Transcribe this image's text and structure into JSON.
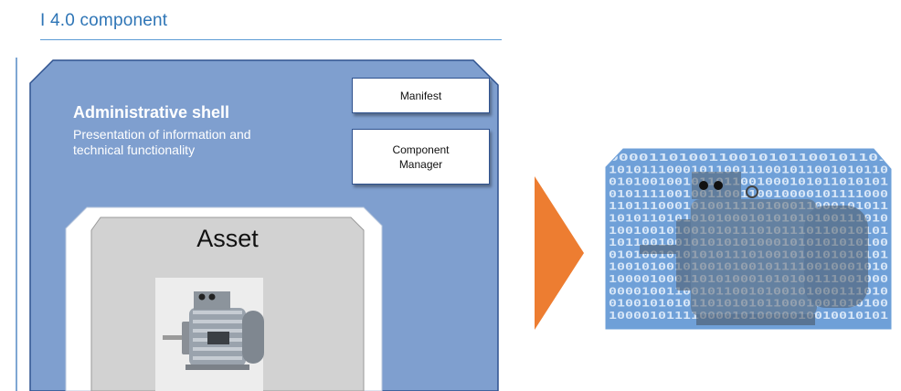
{
  "heading": {
    "title": "I 4.0 component"
  },
  "shell": {
    "title": "Administrative shell",
    "subtitle": "Presentation of information and technical functionality",
    "fill_color": "#7f9fcf"
  },
  "boxes": {
    "manifest": "Manifest",
    "component_manager": "Component Manager"
  },
  "asset": {
    "label": "Asset",
    "image": "electric-motor"
  },
  "arrow": {
    "color": "#ed7d31",
    "direction": "right"
  },
  "digital_twin": {
    "image": "electric-motor-binary-overlay",
    "binary_rows": [
      "0000110100110010101100101101",
      "1010111000101100111001011001010110",
      "0101001001011011001000101011010101",
      "0101111001001100110010000101111000",
      "1101110001010011110100011000101011",
      "1010110101010100010101010100111010",
      "1001001010010101110101110110010101",
      "1011001001010101010001010101010100",
      "0101001010101011101001010101010101",
      "1001010010100101001011110010001010",
      "1000010001101010001010100111001000",
      "0000100110010110010100101000111010",
      "0100101010110101010110001001010100",
      "1000010111100001010000010010010101"
    ],
    "background_color": "#6fa0d8"
  }
}
